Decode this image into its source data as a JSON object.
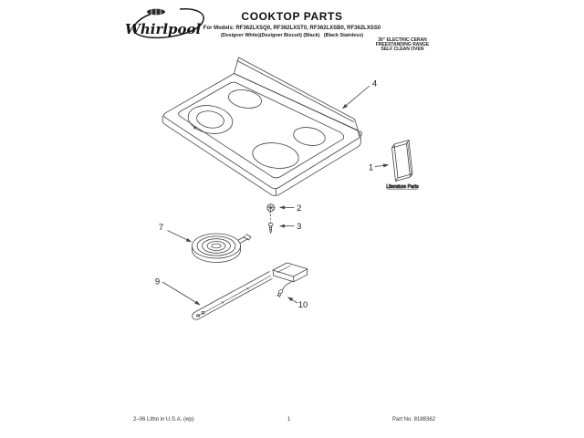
{
  "header": {
    "brand": "Whirlpool",
    "title": "COOKTOP PARTS",
    "models_line": "For Models: RF362LXSQ0, RF362LXST0, RF362LXSB0, RF362LXSS0",
    "finishes_line": "(Designer White)(Designer Biscuit) (Black)   (Black Stainless)",
    "product_info_lines": [
      "30\" ELECTRIC CERAN",
      "FREESTANDING RANGE",
      "SELF CLEAN OVEN"
    ]
  },
  "diagram": {
    "callouts": {
      "c1": "1",
      "c2": "2",
      "c3": "3",
      "c4": "4",
      "c7": "7",
      "c9": "9",
      "c10": "10"
    },
    "literature_label": "Literature Parts"
  },
  "footer": {
    "litho": "2–06 Litho in U.S.A. (wp)",
    "page": "1",
    "part_no": "Part No. 8188362"
  },
  "colors": {
    "line": "#424242",
    "text": "#111111",
    "background": "#ffffff"
  }
}
